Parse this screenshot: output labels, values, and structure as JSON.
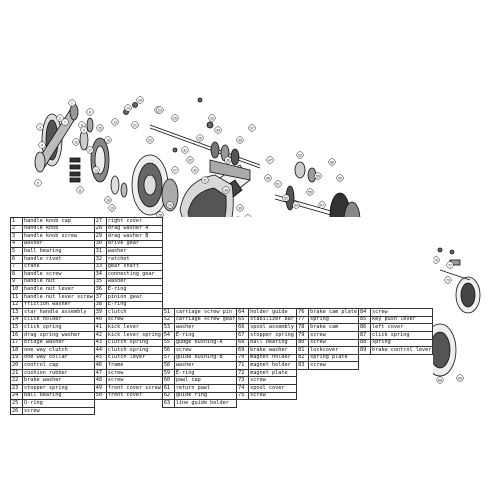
{
  "columns": [
    [
      [
        "1",
        "handle knob cap"
      ],
      [
        "2",
        "handle knob"
      ],
      [
        "3",
        "handle knob screw"
      ],
      [
        "4",
        "washer"
      ],
      [
        "5",
        "ball bearing"
      ],
      [
        "6",
        "handle rivet"
      ],
      [
        "7",
        "crank"
      ],
      [
        "8",
        "handle screw"
      ],
      [
        "9",
        "handle nut"
      ],
      [
        "10",
        "handle nut lever"
      ],
      [
        "11",
        "handle nut lever screw"
      ],
      [
        "12",
        "friction washer"
      ],
      [
        "13",
        "star handle assembly"
      ],
      [
        "14",
        "click holder"
      ],
      [
        "15",
        "click spring"
      ],
      [
        "16",
        "drag spring washer"
      ],
      [
        "17",
        "bridge washer"
      ],
      [
        "18",
        "one way clutch"
      ],
      [
        "19",
        "one way collar"
      ],
      [
        "20",
        "control cap"
      ],
      [
        "21",
        "cushion rubber"
      ],
      [
        "22",
        "brake washer"
      ],
      [
        "23",
        "stopper spring"
      ],
      [
        "24",
        "ball bearing"
      ],
      [
        "25",
        "O-ring"
      ],
      [
        "26",
        "screw"
      ]
    ],
    [
      [
        "27",
        "right cover"
      ],
      [
        "28",
        "drag washer A"
      ],
      [
        "29",
        "drag washer B"
      ],
      [
        "30",
        "drive gear"
      ],
      [
        "31",
        "washer"
      ],
      [
        "32",
        "ratchet"
      ],
      [
        "33",
        "gear shaft"
      ],
      [
        "34",
        "connecting gear"
      ],
      [
        "35",
        "washer"
      ],
      [
        "36",
        "E-ring"
      ],
      [
        "37",
        "pinion gear"
      ],
      [
        "38",
        "E-ring"
      ],
      [
        "39",
        "clutch"
      ],
      [
        "40",
        "screw"
      ],
      [
        "41",
        "kick lever"
      ],
      [
        "42",
        "kick lever spring"
      ],
      [
        "43",
        "clutch spring"
      ],
      [
        "44",
        "clutch spring"
      ],
      [
        "45",
        "clutch lever"
      ],
      [
        "46",
        "frame"
      ],
      [
        "47",
        "screw"
      ],
      [
        "48",
        "screw"
      ],
      [
        "49",
        "front cover screw"
      ],
      [
        "50",
        "front cover"
      ]
    ],
    [
      [
        "51",
        "carriage screw pin"
      ],
      [
        "52",
        "carriage screw gear"
      ],
      [
        "53",
        "washer"
      ],
      [
        "54",
        "E-ring"
      ],
      [
        "55",
        "gudge bushing-A"
      ],
      [
        "56",
        "screw"
      ],
      [
        "57",
        "guide bushing-B"
      ],
      [
        "58",
        "washer"
      ],
      [
        "59",
        "E-ring"
      ],
      [
        "60",
        "pawl cap"
      ],
      [
        "61",
        "return pawl"
      ],
      [
        "62",
        "guide ring"
      ],
      [
        "63",
        "line guide holder"
      ]
    ],
    [
      [
        "64",
        "holder guide"
      ],
      [
        "65",
        "stabilizer bar"
      ],
      [
        "66",
        "spool assembly"
      ],
      [
        "67",
        "stopper spring"
      ],
      [
        "68",
        "ball bearing"
      ],
      [
        "69",
        "brake washer"
      ],
      [
        "70",
        "magnet holder"
      ],
      [
        "71",
        "magnet holder"
      ],
      [
        "72",
        "magnet plate"
      ],
      [
        "73",
        "screw"
      ],
      [
        "74",
        "spool cover"
      ],
      [
        "75",
        "screw"
      ]
    ],
    [
      [
        "76",
        "brake cam plate"
      ],
      [
        "77",
        "spring"
      ],
      [
        "78",
        "brake cam"
      ],
      [
        "79",
        "screw"
      ],
      [
        "80",
        "screw"
      ],
      [
        "81",
        "lockcover"
      ],
      [
        "82",
        "spring plate"
      ],
      [
        "83",
        "screw"
      ]
    ],
    [
      [
        "84",
        "screw"
      ],
      [
        "85",
        "key push lever"
      ],
      [
        "86",
        "left cover"
      ],
      [
        "87",
        "click spring"
      ],
      [
        "88",
        "spring"
      ],
      [
        "89",
        "brake control lever"
      ]
    ]
  ],
  "column_start_rows": [
    0,
    0,
    12,
    12,
    12,
    12
  ],
  "callouts": [
    "1",
    "2",
    "3",
    "4",
    "5",
    "6",
    "7",
    "8",
    "9",
    "10",
    "11",
    "12",
    "13",
    "14",
    "15",
    "16",
    "17",
    "18",
    "19",
    "20",
    "21",
    "22",
    "23",
    "24",
    "25",
    "26",
    "27",
    "28",
    "29",
    "30",
    "31",
    "32",
    "33",
    "34",
    "35",
    "36",
    "37",
    "38",
    "39",
    "40",
    "41",
    "42",
    "43",
    "44",
    "45",
    "46",
    "47",
    "48",
    "49",
    "50",
    "51",
    "52",
    "53",
    "54",
    "55",
    "56",
    "57",
    "58",
    "59",
    "60",
    "61",
    "62",
    "63",
    "64",
    "65",
    "66",
    "67",
    "68",
    "69",
    "70",
    "71",
    "72",
    "73",
    "74",
    "75",
    "76",
    "77",
    "78",
    "79",
    "80",
    "81",
    "82",
    "83",
    "84",
    "85",
    "86",
    "87",
    "88",
    "89"
  ]
}
